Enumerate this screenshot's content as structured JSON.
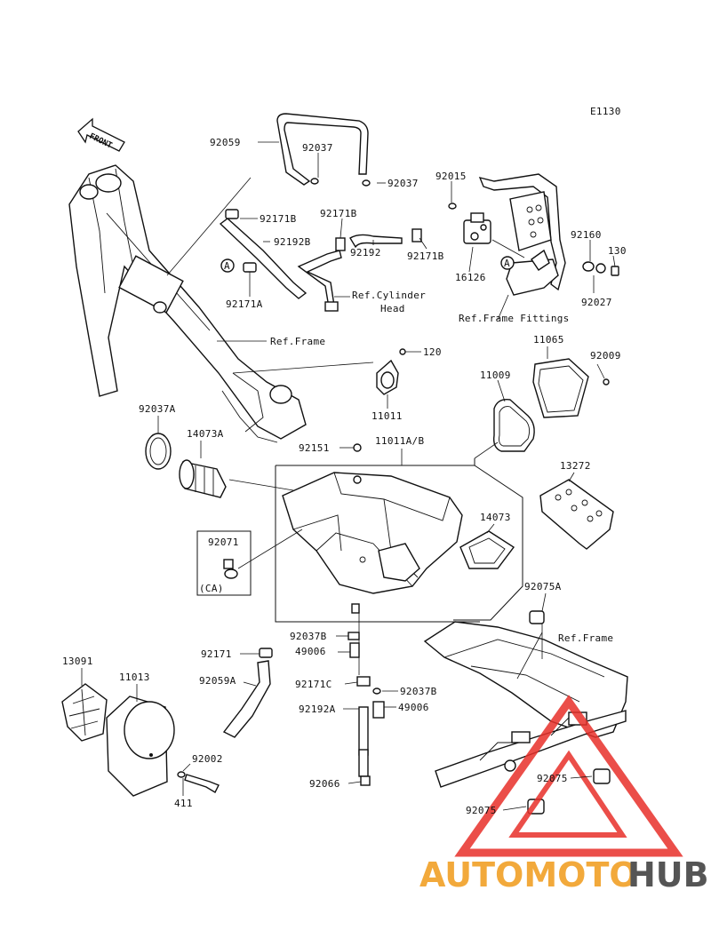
{
  "diagram_code": "E1130",
  "front_arrow_label": "FRONT",
  "watermark": {
    "text_left": "AUTOMOTO",
    "text_right": "HUB",
    "color_left": "#f2a93b",
    "color_right": "#555555",
    "logo_color": "#e8302a"
  },
  "labels": {
    "p92059": "92059",
    "p92037_top": "92037",
    "p92037_right": "92037",
    "p92015": "92015",
    "p92171B_1": "92171B",
    "p92192B": "92192B",
    "p92171B_2": "92171B",
    "p92192": "92192",
    "p92171B_3": "92171B",
    "p16126": "16126",
    "p92160": "92160",
    "p130": "130",
    "p92171A": "92171A",
    "ref_cyl_1": "Ref.Cylinder",
    "ref_cyl_2": "Head",
    "p92027": "92027",
    "ref_frame_fittings": "Ref.Frame Fittings",
    "ref_frame_top": "Ref.Frame",
    "p11065": "11065",
    "p120": "120",
    "p92009": "92009",
    "p11009": "11009",
    "p11011": "11011",
    "p92037A": "92037A",
    "p14073A": "14073A",
    "p92151": "92151",
    "p11011AB": "11011A/B",
    "p13272": "13272",
    "p92071": "92071",
    "pCA": "(CA)",
    "p14073": "14073",
    "p92075A": "92075A",
    "ref_frame_bottom": "Ref.Frame",
    "p92037B_1": "92037B",
    "p49006_1": "49006",
    "p92171": "92171",
    "p13091": "13091",
    "p11013": "11013",
    "p92059A": "92059A",
    "p92171C": "92171C",
    "p92037B_2": "92037B",
    "p92192A": "92192A",
    "p49006_2": "49006",
    "p92002": "92002",
    "p92075_1": "92075",
    "p411": "411",
    "p92066": "92066",
    "p92075_2": "92075",
    "marker_a": "A"
  }
}
